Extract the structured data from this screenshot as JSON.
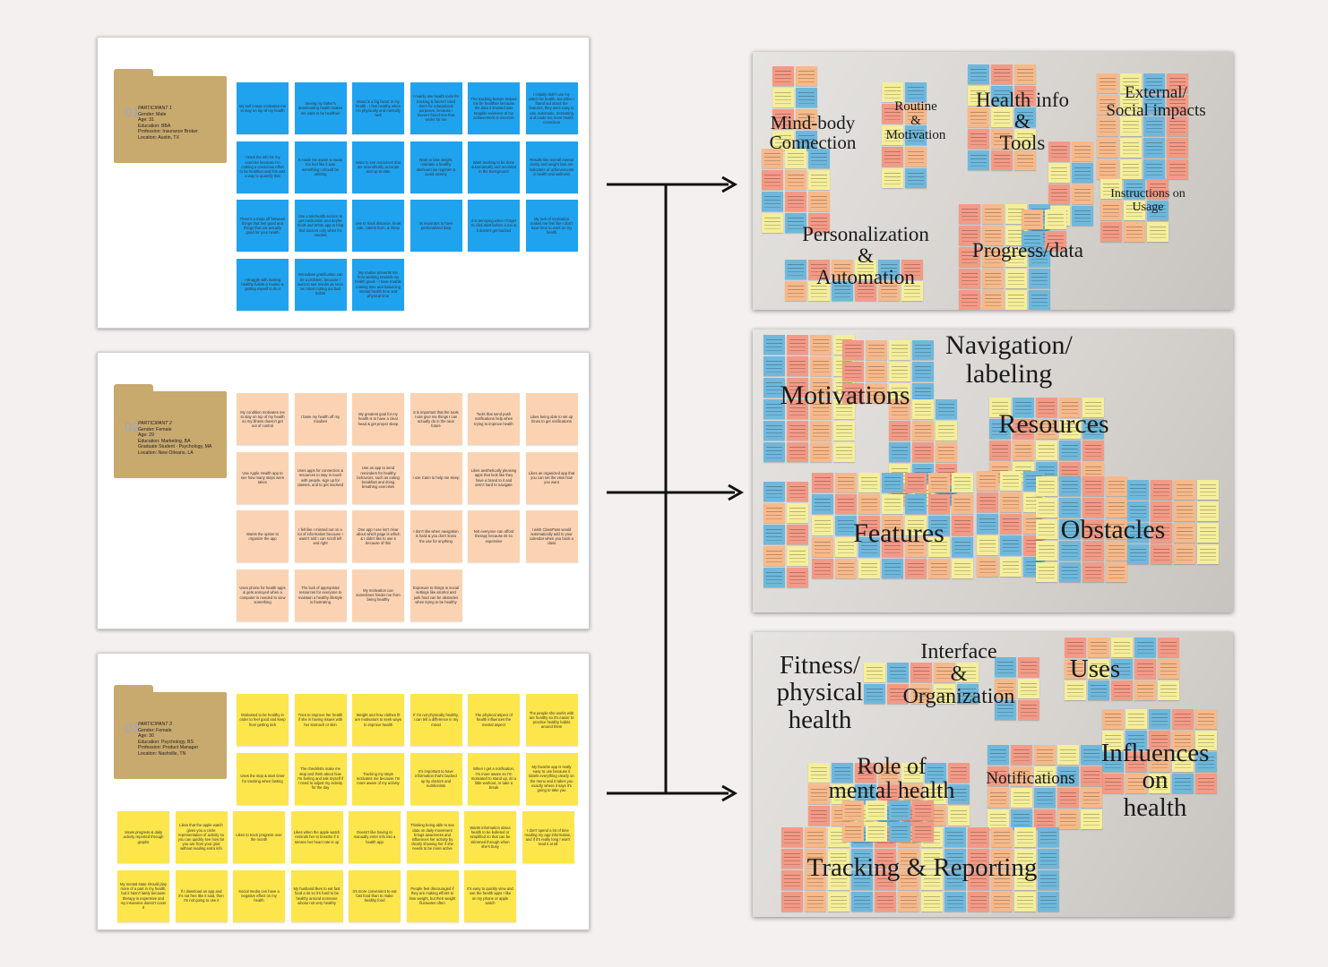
{
  "participants": [
    {
      "number": "01",
      "title": "PARTICIPANT 1",
      "details": "Gender: Male\nAge: 31\nEducation: BBA\nProfession: Insurance Broker\nLocation: Austin, TX",
      "note_color": "#1fa3ef",
      "notes": [
        "My self image motivates me to stay on top of my health",
        "Seeing my father's deteriorating health makes me want to be healthier",
        "Mood is a big factor in my health - I feel healthy when I'm physically and mentally well",
        "I mainly use health tools for tracking & haven't used them for educational purposes, because I haven't found one that works for me",
        "The tracking feature helped me be healthier because the data it showed was tangible evidence of my achievement or exercise",
        "I initially didn't use my watch for health, but when I found out about the features, they were easy to use, automatic, motivating and made me more health conscious",
        "I track the info for my exercise because I'm making a conscious effort to be healthier and this was a way to quantify that",
        "It made me aware & made me feel like it was something I should be utilizing",
        "Want to see resources that are scientifically accurate and up to date",
        "Want to lose weight, maintain a healthy diet/exercise regimen & avoid anxiety",
        "Want tracking to be done automatically and recorded in the background",
        "Results like overall mental clarity and weight loss are indicators of achievements in health and wellness",
        "There's a trade off between things that feel good and things that are actually good for your health",
        "Use a telehealth service to get medication and Zeyfer Scott and White app to help find doctors only when it's needed",
        "Use to track distance, heart rate, calorie burn, & sleep",
        "Its important to have personalized data",
        "It is annoying when I forget to click start before a run & it doesn't get tracked",
        "My lack of motivation makes me feel like I don't have time to work on my health",
        "I struggle with making healthy habits a routine & getting myself to do it",
        "Immediate gratification can be a problem, because I want to see results as soon as I start cutting out bad habits",
        "My routine prevents me from working towards my health goals - I have trouble making time and balancing mental health time and physical time"
      ]
    },
    {
      "number": "02",
      "title": "PARTICIPANT 2",
      "details": "Gender: Female\nAge: 29\nEducation: Marketing, BA\nGraduate Student - Psychology, MA\nLocation: New Orleans, LA",
      "note_color": "#fbd3b3",
      "notes": [
        "My condition motivates me to stay on top of my health so my illness doesn't get out of control",
        "I base my health off my mindset",
        "My greatest goal for my health is to have a clear head & get proper sleep",
        "It is important that the tools I use give me things I can actually do in the near future",
        "Tools that send push notifications help when trying to improve health",
        "Likes being able to set up times to get notifications",
        "Use Apple Health app to see how many steps were taken",
        "Uses apps for connection & resources to stay in touch with people, sign up for classes, and to get involved",
        "Use an app to send reminders for healthy behaviors, such as eating breakfast and doing breathing exercises",
        "I use Calm to help me sleep",
        "Likes aesthetically pleasing apps that look like they have a brand to it and aren't hard to navigate",
        "Likes an organized app that you can set the view how you want",
        "Wants the option to organize the app",
        "I felt like I missed out on a lot of information because I wasn't told I can scroll left and right",
        "One app I use isn't clear about which page is which & I didn't like to use it because of this",
        "I don't like when navigation is hard & you don't know the use for anything",
        "Not everyone can afford therapy because its so expensive",
        "I wish ClassPass would automatically add to your calendar when you book a class",
        "Uses phone for health apps & gets annoyed when a computer is needed to view something",
        "The lack of appropriate resources for everyone to maintain a healthy lifestyle is frustrating",
        "My motivation can sometimes hinder me from being healthy",
        "Exposure to things in social settings like alcohol and junk food can be obstacles when trying to be healthy"
      ]
    },
    {
      "number": "03",
      "title": "PARTICIPANT 3",
      "details": "Gender: Female\nAge: 30\nEducation: Psychology, BS\nProfession: Product Manager\nLocation: Nashville, TN",
      "note_color": "#fde64b",
      "notes": [
        "Motivated to be healthy in order to feel good and keep from getting sick",
        "Tries to improve her health if she is having issues with her stomach or skin",
        "Weight and how clothes fit are motivators to seek ways to improve health",
        "If I'm not physically healthy, I can tell a difference in my mood",
        "The physical aspect of health influences the mental aspect",
        "The people she works with are healthy so it's easier to practice healthy habits around them",
        "Uses the stop & start timer for tracking when fasting",
        "The checklists make me stop and think about how I'm feeling and ask myself if I need to adjust my activity for the day",
        "Tracking my steps motivates me because I'm more aware of my activity",
        "It's important to have information that's backed up by doctors and nutritionists",
        "When I get a notification, I'm more aware so I'm motivated to stand up, do a little workout, or take a break",
        "My favorite app is really easy to use because it labels everything clearly on the menu and it takes you exactly where it says it's going to take you",
        "Views progress & daily activity reported through graphs",
        "Likes that the apple watch gives you a circle representation of activity so you can quickly see how far you are from your goal without reading extra info",
        "Likes to track progress over the month",
        "Likes when the apple watch reminds her to breathe if it senses her heart rate is up",
        "Doesn't like having to manually enter info into a health app",
        "Thinking being able to see data on daily movement brings awareness and influences her activity by clearly showing her if she needs to be more active",
        "Wants information about health to be bulleted or simplified so that can be skimmed through when she's busy",
        "I don't spend a lot of time reading my app information, and if it's really long I won't read it at all",
        "My mental state should play more of a part in my health, but it hasn't lately because therapy is expensive and my insurance doesn't cover it",
        "If I download an app and it's not free like it said, then I'm not going to use it",
        "Social media can have a negative effect on my health",
        "My husband likes to eat fast food a lot so it's hard to be healthy around someone whose not very healthy",
        "It's more convenient to eat fast food than to make healthy food",
        "People feel discouraged if they are making efforts to lose weight, but their weight fluctuates often",
        "It's easy to quickly view and use the health apps I like on my phone or apple watch"
      ]
    }
  ],
  "affinity_boards": [
    {
      "labels": [
        "Mind-body\nConnection",
        "Routine\n&\nMotivation",
        "Health info\n&\nTools",
        "External/\nSocial impacts",
        "Instructions on\nUsage",
        "Personalization\n&\nAutomation",
        "Progress/data"
      ]
    },
    {
      "labels": [
        "Navigation/\nlabeling",
        "Motivations",
        "Resources",
        "Features",
        "Obstacles"
      ]
    },
    {
      "labels": [
        "Fitness/\nphysical\nhealth",
        "Interface\n&\nOrganization",
        "Uses",
        "Influences\non\nhealth",
        "Role of\nmental health",
        "Notifications",
        "Tracking & Reporting"
      ]
    }
  ],
  "colors": {
    "sticky_pink": "#f39a86",
    "sticky_blue": "#6fb8dc",
    "sticky_yellow": "#f5ee9a",
    "sticky_orange": "#f7b98a",
    "arrow": "#111111"
  }
}
